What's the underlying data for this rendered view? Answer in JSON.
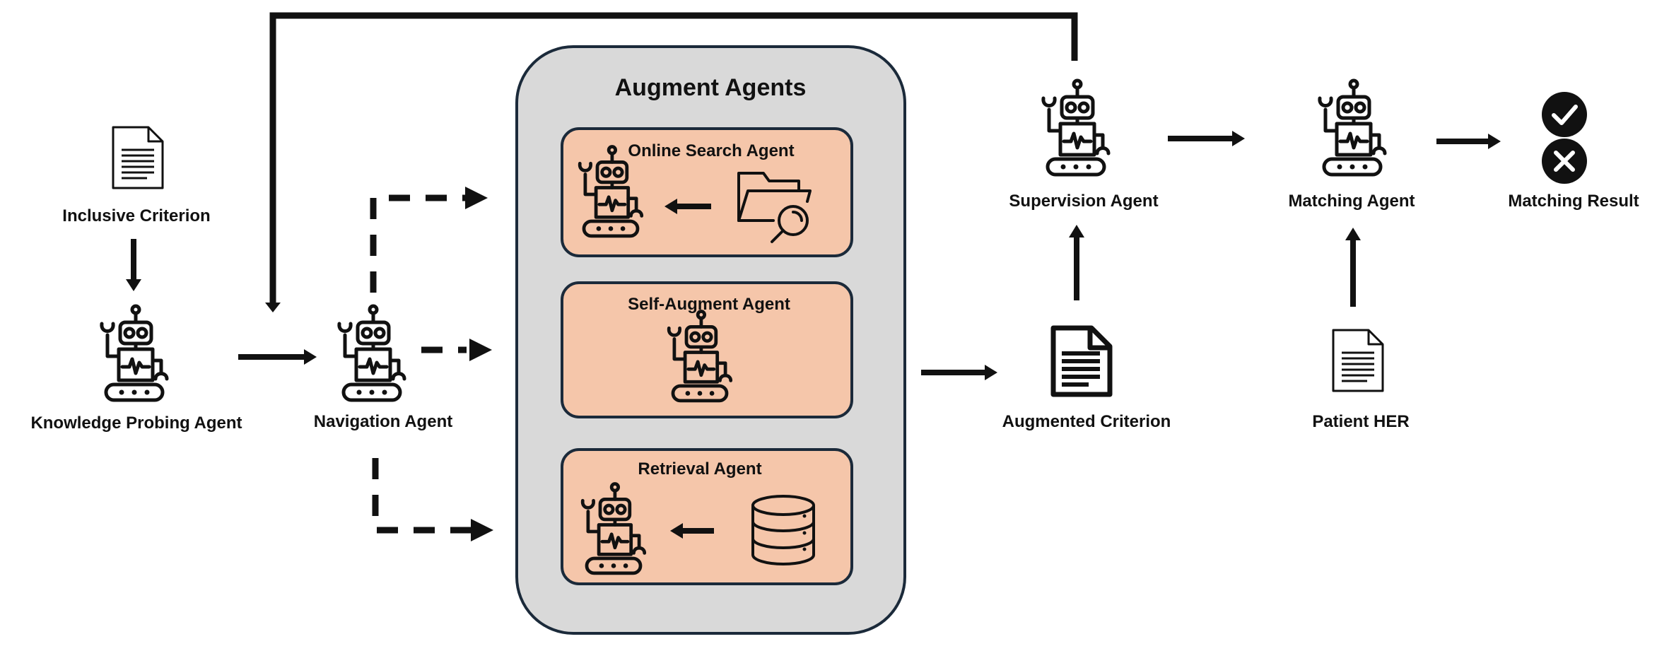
{
  "augment_group": {
    "title": "Augment Agents",
    "online_search_agent": "Online Search Agent",
    "self_augment_agent": "Self-Augment Agent",
    "retrieval_agent": "Retrieval Agent"
  },
  "nodes": {
    "inclusive_criterion": "Inclusive Criterion",
    "knowledge_probing_agent": "Knowledge Probing Agent",
    "navigation_agent": "Navigation Agent",
    "supervision_agent": "Supervision Agent",
    "augmented_criterion": "Augmented Criterion",
    "matching_agent": "Matching Agent",
    "patient_her": "Patient HER",
    "matching_result": "Matching Result"
  },
  "colors": {
    "group_fill": "#d9d9d9",
    "agent_box_fill": "#f5c6aa",
    "stroke": "#111111"
  },
  "icons": {
    "robot": "robot-icon",
    "document": "document-icon",
    "folder_search": "folder-search-icon",
    "database": "database-icon",
    "check": "check-icon",
    "cross": "cross-icon"
  }
}
